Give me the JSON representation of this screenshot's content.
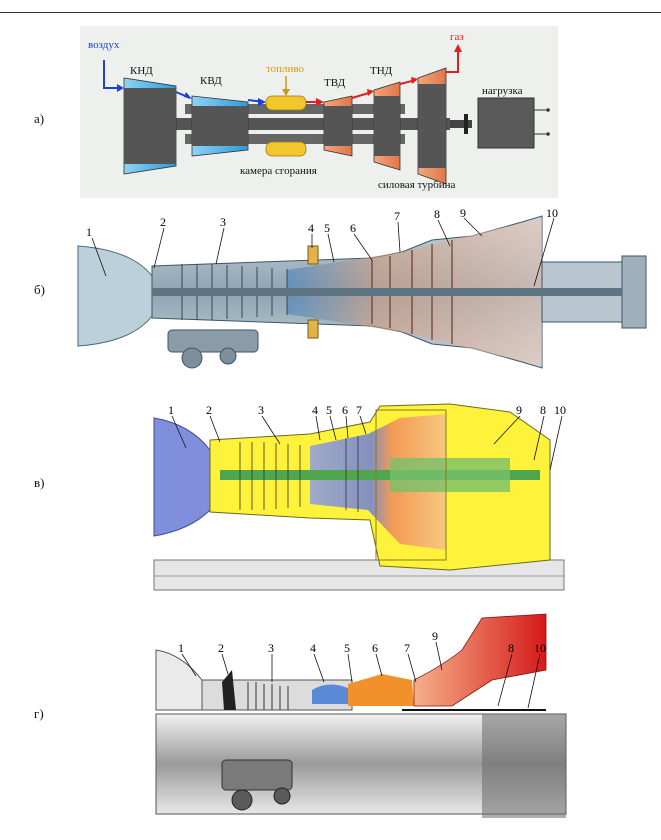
{
  "panel_a": {
    "label": "а)",
    "air": "воздух",
    "knd": "КНД",
    "kvd": "КВД",
    "fuel": "топливо",
    "tvd": "ТВД",
    "tnd": "ТНД",
    "gas": "газ",
    "load": "нагрузка",
    "combustion_chamber": "камера сгорания",
    "power_turbine": "силовая турбина",
    "colors": {
      "flow_in": "#1f3fd6",
      "flow_out": "#e02020",
      "fuel": "#f0c020",
      "compressor": "#5ab7e8",
      "turbine": "#e8825a"
    }
  },
  "panel_b": {
    "label": "б)",
    "callouts": [
      "1",
      "2",
      "3",
      "4",
      "5",
      "6",
      "7",
      "8",
      "9",
      "10"
    ]
  },
  "panel_v": {
    "label": "в)",
    "callouts": [
      "1",
      "2",
      "3",
      "4",
      "5",
      "6",
      "7",
      "9",
      "8",
      "10"
    ]
  },
  "panel_g": {
    "label": "г)",
    "callouts": [
      "1",
      "2",
      "3",
      "4",
      "5",
      "6",
      "7",
      "9",
      "8",
      "10"
    ]
  }
}
